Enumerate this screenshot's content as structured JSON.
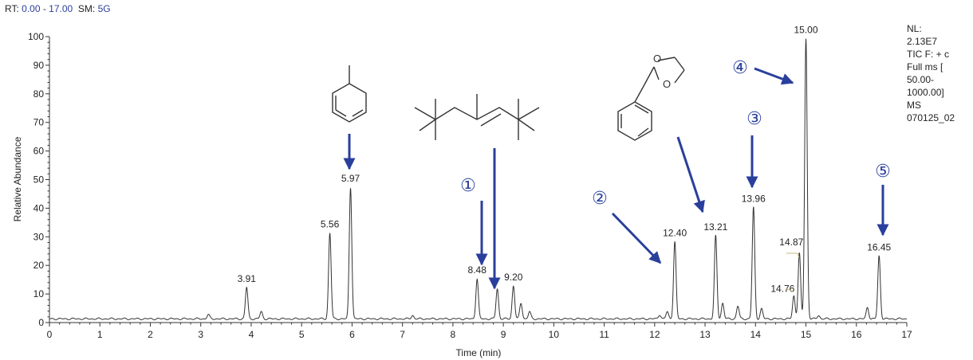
{
  "header": {
    "rt_label": "RT:",
    "rt_value": "0.00 - 17.00",
    "sm_label": "SM:",
    "sm_value": "5G"
  },
  "info": {
    "lines": [
      "NL:",
      "2.13E7",
      "TIC F: + c",
      "Full ms [",
      "50.00-",
      "1000.00]",
      "MS",
      "070125_02"
    ]
  },
  "chart_data": {
    "type": "line",
    "xlabel": "Time (min)",
    "ylabel": "Relative Abundance",
    "xlim": [
      0,
      17
    ],
    "ylim": [
      0,
      100
    ],
    "x_ticks": [
      0,
      1,
      2,
      3,
      4,
      5,
      6,
      7,
      8,
      9,
      10,
      11,
      12,
      13,
      14,
      15,
      16,
      17
    ],
    "y_ticks": [
      0,
      10,
      20,
      30,
      40,
      50,
      60,
      70,
      80,
      90,
      100
    ],
    "grid": false,
    "line_color": "#333333",
    "annotation_color": "#2a3f9c",
    "baseline": 1.3,
    "peaks": [
      {
        "rt": 3.91,
        "height": 11,
        "label": "3.91"
      },
      {
        "rt": 4.2,
        "height": 2.5
      },
      {
        "rt": 3.15,
        "height": 1.5
      },
      {
        "rt": 5.56,
        "height": 30,
        "label": "5.56"
      },
      {
        "rt": 5.97,
        "height": 46,
        "label": "5.97"
      },
      {
        "rt": 8.48,
        "height": 14,
        "label": "8.48"
      },
      {
        "rt": 8.88,
        "height": 10.5
      },
      {
        "rt": 9.2,
        "height": 11.5,
        "label": "9.20"
      },
      {
        "rt": 9.35,
        "height": 5.5
      },
      {
        "rt": 9.52,
        "height": 2.5
      },
      {
        "rt": 7.2,
        "height": 1.2
      },
      {
        "rt": 12.1,
        "height": 1.5
      },
      {
        "rt": 12.25,
        "height": 2.5
      },
      {
        "rt": 12.4,
        "height": 27,
        "label": "12.40"
      },
      {
        "rt": 13.21,
        "height": 29,
        "label": "13.21"
      },
      {
        "rt": 13.35,
        "height": 5.5
      },
      {
        "rt": 13.65,
        "height": 4.5
      },
      {
        "rt": 13.96,
        "height": 39,
        "label": "13.96"
      },
      {
        "rt": 14.12,
        "height": 3.5
      },
      {
        "rt": 14.76,
        "height": 8,
        "label": "14.76"
      },
      {
        "rt": 14.87,
        "height": 23,
        "label": "14.87"
      },
      {
        "rt": 15.0,
        "height": 98,
        "label": "15.00"
      },
      {
        "rt": 15.25,
        "height": 1.2
      },
      {
        "rt": 16.22,
        "height": 4
      },
      {
        "rt": 16.45,
        "height": 22,
        "label": "16.45"
      }
    ],
    "markers": [
      "①",
      "②",
      "③",
      "④",
      "⑤"
    ]
  }
}
